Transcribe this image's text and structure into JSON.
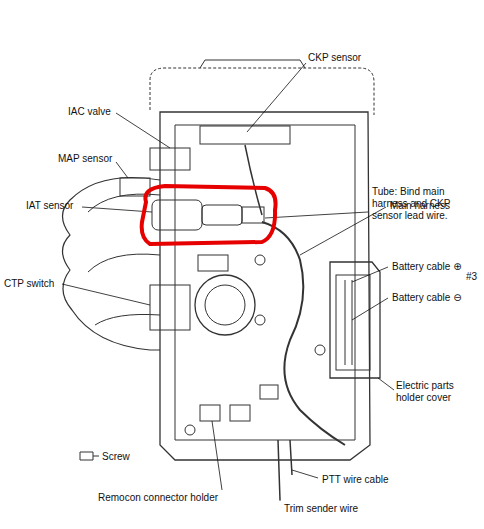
{
  "diagram": {
    "labels": [
      "CKP sensor",
      "IAC valve",
      "MAP sensor",
      "IAT sensor",
      "Tube: Bind main harness and CKP sensor lead wire.",
      "Main harness",
      "Battery cable ⊕",
      "Battery cable ⊖",
      "#3",
      "CTP switch",
      "Electric parts holder cover",
      "Screw",
      "PTT wire cable",
      "Remocon connector holder",
      "Trim sender wire"
    ]
  }
}
